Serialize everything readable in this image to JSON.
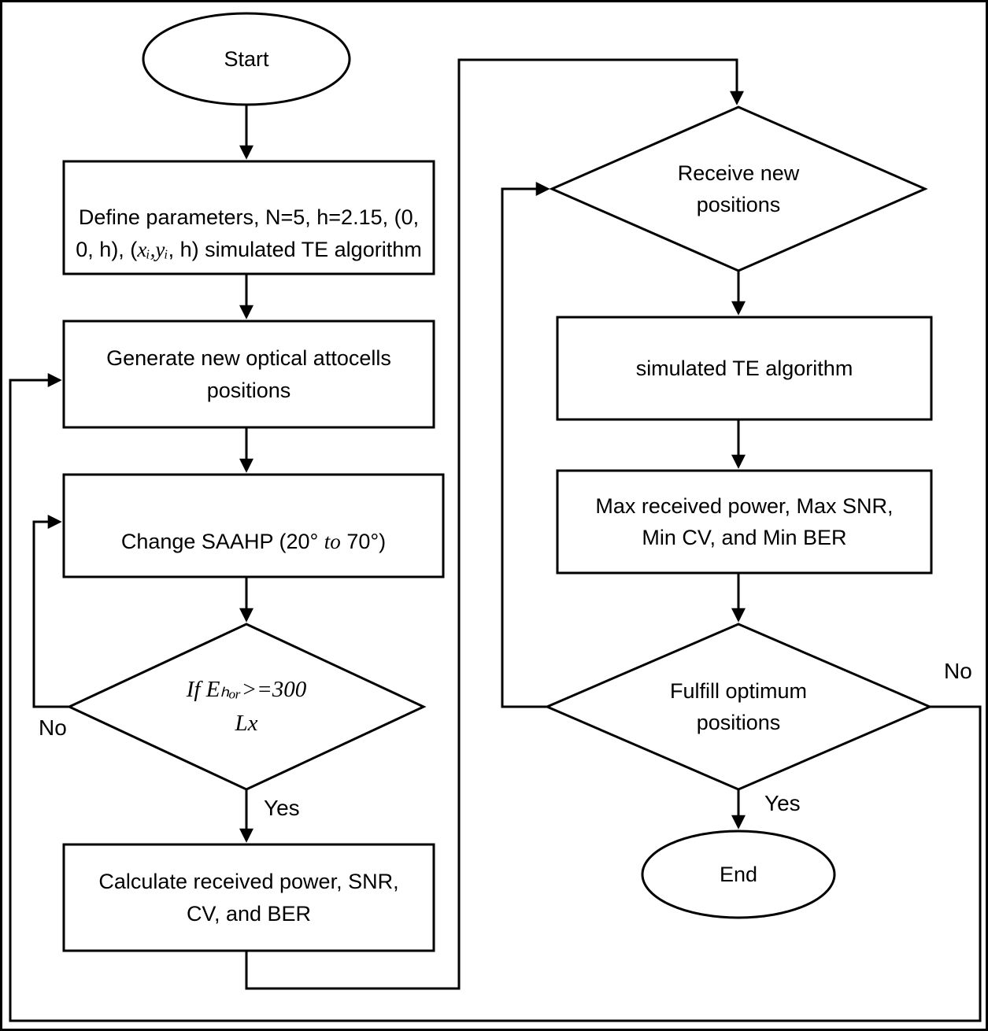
{
  "nodes": {
    "start": {
      "label": "Start"
    },
    "define_parameters": {
      "prefix": "Define parameters, N=5, h=2.15, (0, 0, h), (",
      "math": "xᵢ,yᵢ",
      "suffix": ", h) simulated TE algorithm"
    },
    "generate_positions": {
      "label": "Generate new optical attocells\npositions"
    },
    "change_saahp": {
      "prefix": "Change SAAHP (20° ",
      "italic_word": "to",
      "suffix": " 70°)"
    },
    "illuminance_check": {
      "label": "If Eₕₒᵣ>=300\nLx"
    },
    "calculate_metrics": {
      "label": "Calculate received power, SNR,\nCV, and BER"
    },
    "receive_positions": {
      "label": "Receive new\npositions"
    },
    "simulated_te": {
      "label": "simulated TE algorithm"
    },
    "optimum_metrics": {
      "label": "Max received power, Max SNR,\nMin CV, and Min BER"
    },
    "fulfill_check": {
      "label": "Fulfill optimum\npositions"
    },
    "end": {
      "label": "End"
    }
  },
  "edge_labels": {
    "check_yes": "Yes",
    "check_no": "No",
    "fulfill_yes": "Yes",
    "fulfill_no": "No"
  },
  "colors": {
    "stroke": "#000000",
    "background": "#ffffff"
  }
}
